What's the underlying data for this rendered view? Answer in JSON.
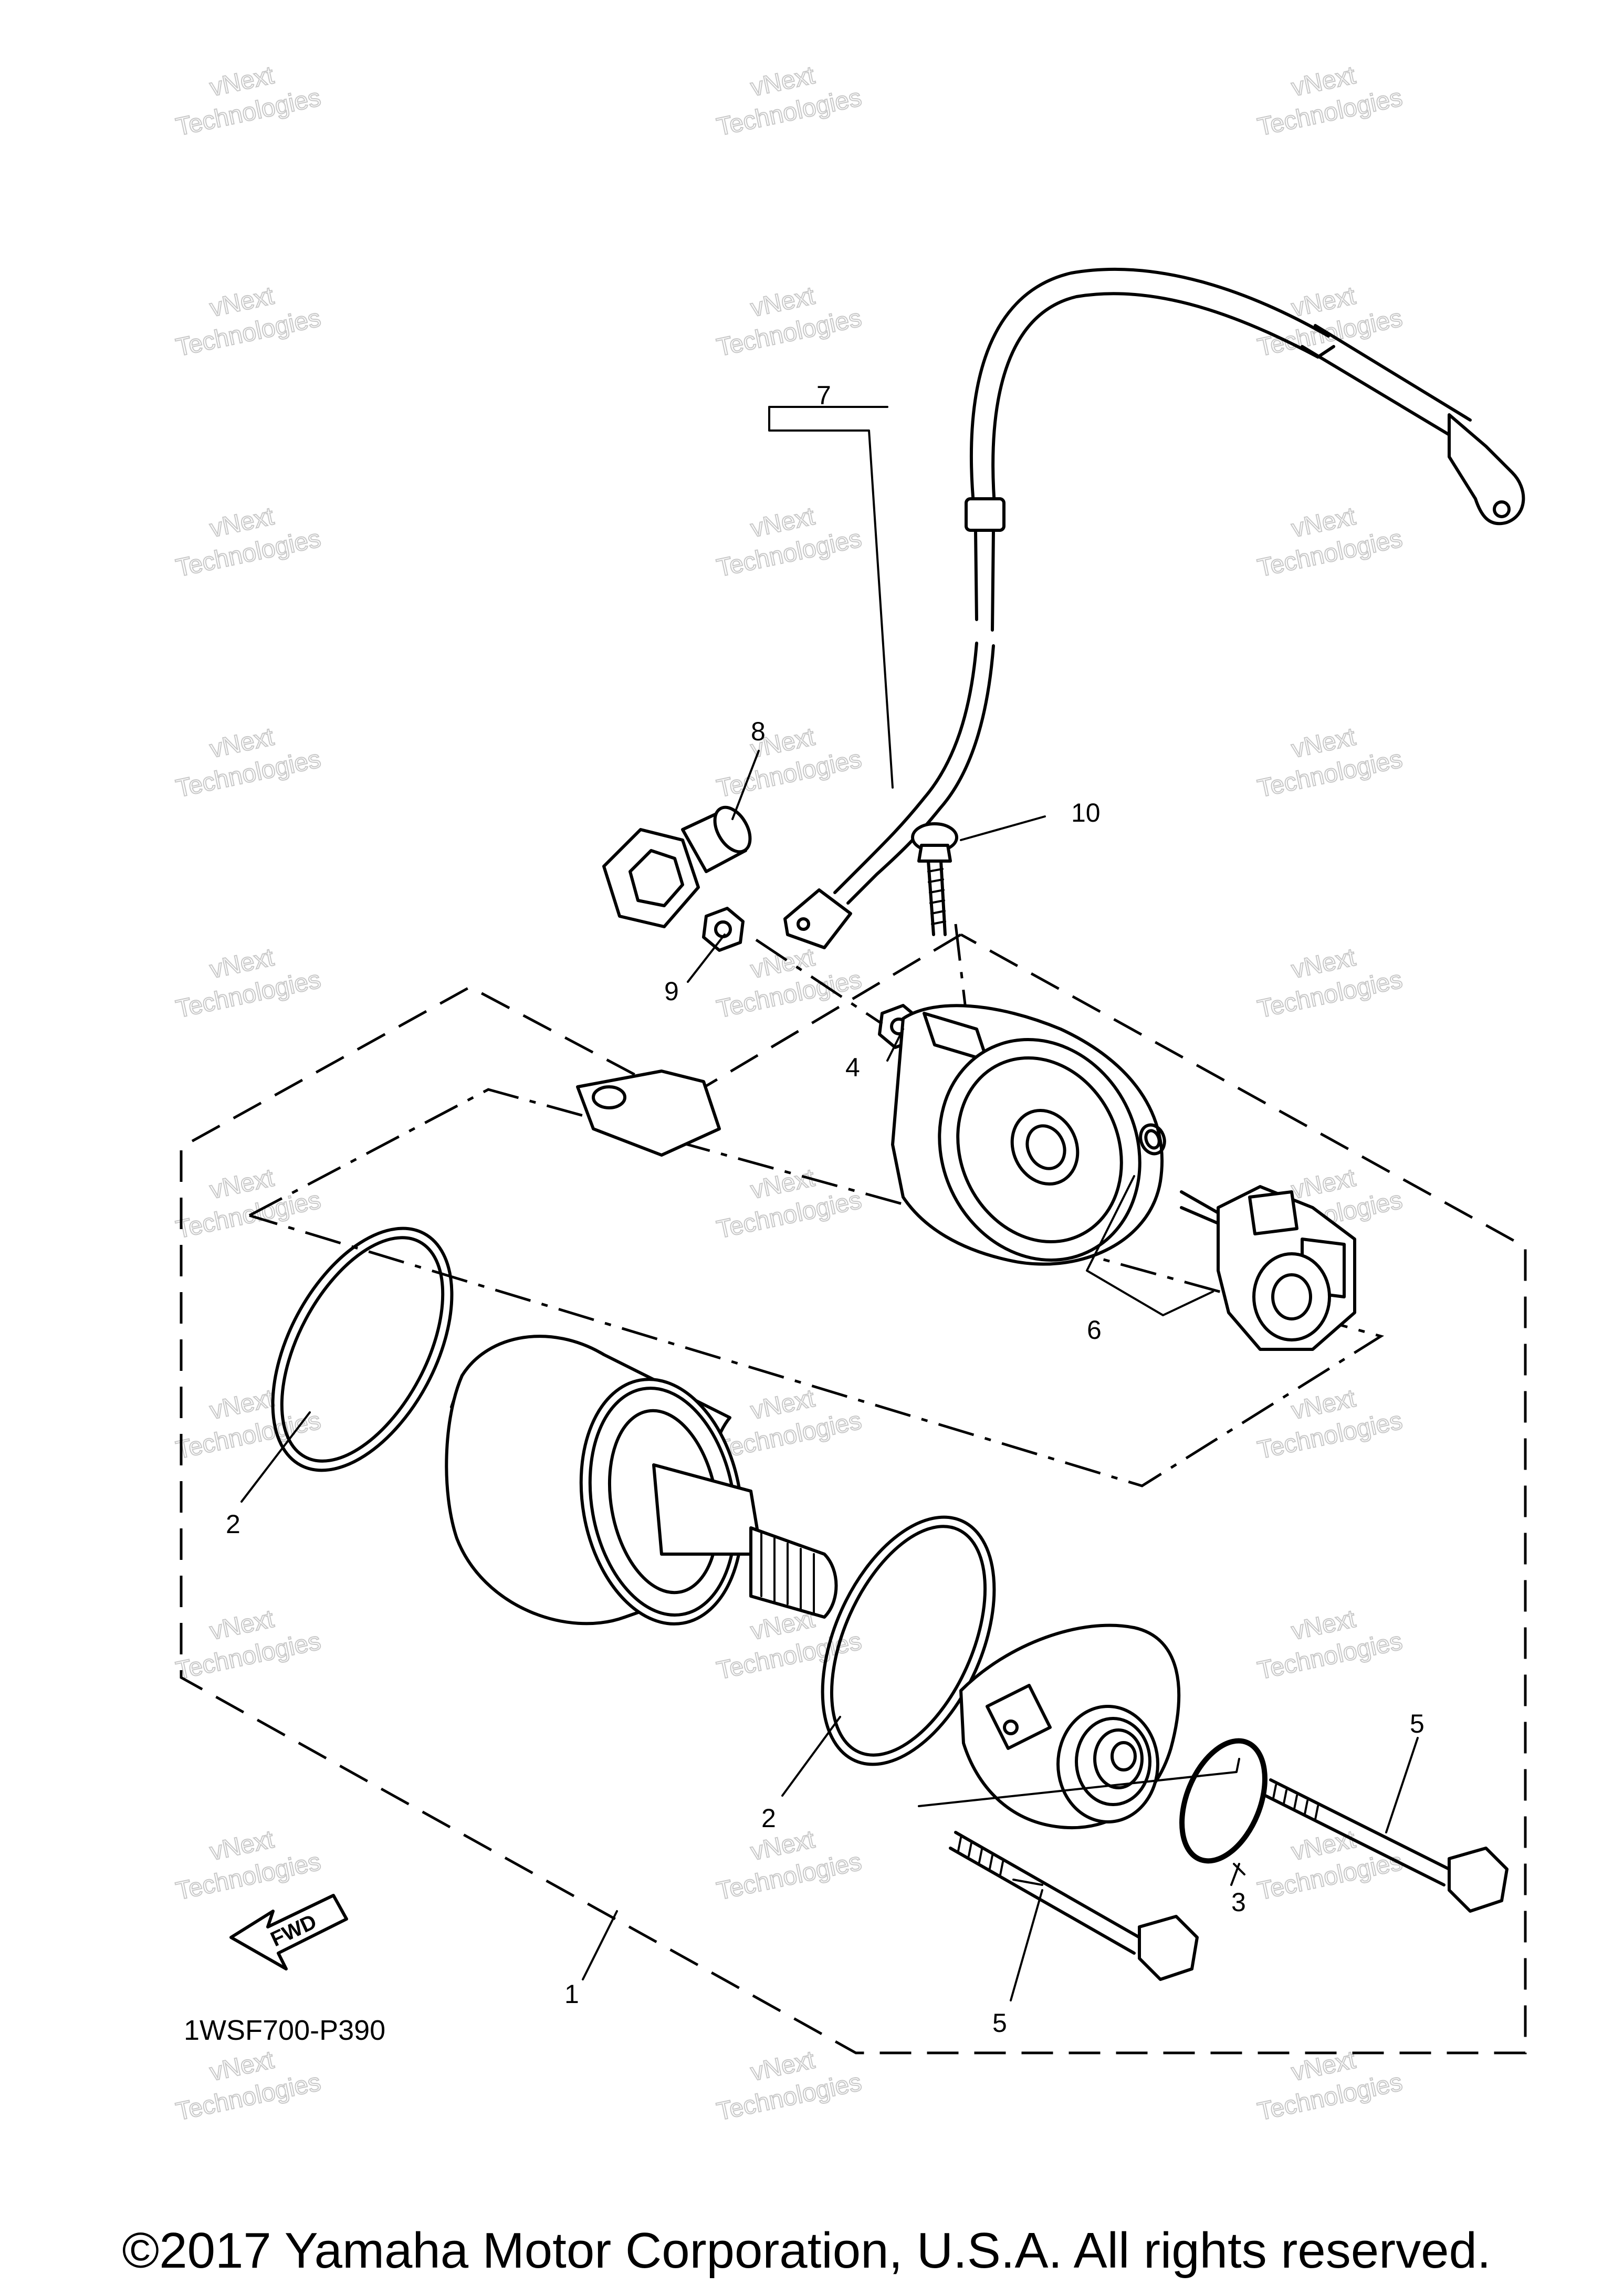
{
  "diagram": {
    "callouts": [
      {
        "id": "c1",
        "label": "1"
      },
      {
        "id": "c2a",
        "label": "2"
      },
      {
        "id": "c2b",
        "label": "2"
      },
      {
        "id": "c3",
        "label": "3"
      },
      {
        "id": "c4",
        "label": "4"
      },
      {
        "id": "c5a",
        "label": "5"
      },
      {
        "id": "c5b",
        "label": "5"
      },
      {
        "id": "c6",
        "label": "6"
      },
      {
        "id": "c7",
        "label": "7"
      },
      {
        "id": "c8",
        "label": "8"
      },
      {
        "id": "c9",
        "label": "9"
      },
      {
        "id": "c10",
        "label": "10"
      }
    ],
    "fwd_arrow_label": "FWD",
    "part_code": "1WSF700-P390",
    "watermark": {
      "line1": "vNext",
      "line2": "Technologies"
    }
  },
  "footer": {
    "copyright": "©2017 Yamaha Motor Corporation, U.S.A. All rights reserved."
  }
}
